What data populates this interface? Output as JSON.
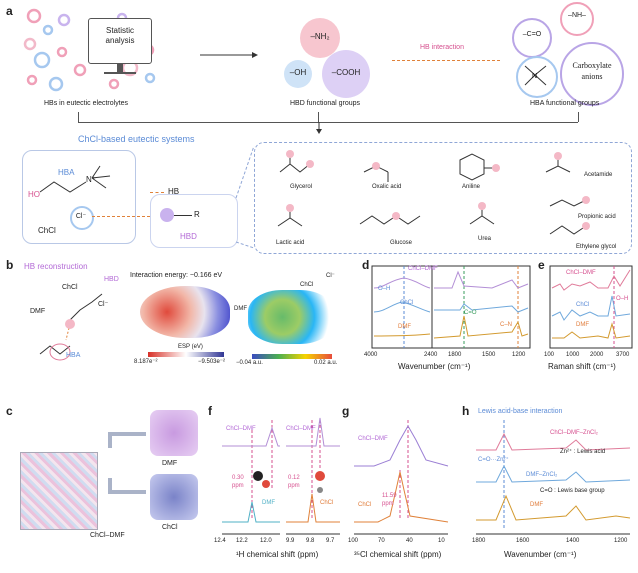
{
  "panel_a": {
    "label": "a",
    "statistic_analysis": "Statistic\nanalysis",
    "hbs_caption": "HBs in eutectic electrolytes",
    "hbd_caption": "HBD functional groups",
    "hba_caption": "HBA functional groups",
    "hb_interaction": "HB interaction",
    "nh2": "–NH₂",
    "oh": "–OH",
    "cooh": "–COOH",
    "co": "–C=O",
    "nh": "–NH–",
    "carboxylate": "Carboxylate\nanions",
    "chcl_systems": "ChCl-based eutectic systems",
    "hba_tag": "HBA",
    "chcl": "ChCl",
    "cl_minus": "Cl⁻",
    "hb": "HB",
    "hbd_tag": "HBD",
    "r": "R",
    "ho": "HO",
    "nplus": "N⁺",
    "molecules": [
      "Glycerol",
      "Oxalic acid",
      "Aniline",
      "Acetamide",
      "Lactic acid",
      "Glucose",
      "Urea",
      "Propionic acid",
      "Ethylene glycol"
    ]
  },
  "panel_b": {
    "label": "b",
    "title": "HB reconstruction",
    "hbd": "HBD",
    "hba": "HBA",
    "chcl": "ChCl",
    "dmf": "DMF",
    "cl": "Cl⁻",
    "interaction_energy": "Interaction energy: −0.166 eV",
    "esp_label": "ESP (eV)",
    "esp_min": "8.187e⁻²",
    "esp_max": "−9.503e⁻²",
    "igm_min": "−0.04 a.u.",
    "igm_max": "0.02 a.u.",
    "dmf2": "DMF",
    "chcl2": "ChCl",
    "cl2": "Cl⁻"
  },
  "panel_c": {
    "label": "c",
    "dmf": "DMF",
    "chcl": "ChCl",
    "chcl_dmf": "ChCl–DMF"
  },
  "panel_d": {
    "label": "d",
    "xlabel": "Wavenumber (cm⁻¹)",
    "ticks": [
      "4000",
      "2400",
      "1800",
      "1500",
      "1200"
    ],
    "series": [
      "ChCl–DMF",
      "ChCl",
      "DMF"
    ],
    "oh": "O–H",
    "co": "C=O",
    "cn": "C–N"
  },
  "panel_e": {
    "label": "e",
    "xlabel": "Raman shift (cm⁻¹)",
    "ticks": [
      "100",
      "1000",
      "2000",
      "3700"
    ],
    "series": [
      "ChCl–DMF",
      "ChCl",
      "DMF"
    ],
    "oh": "O–H"
  },
  "panel_f": {
    "label": "f",
    "xlabel": "¹H chemical shift (ppm)",
    "ticks": [
      "12.4",
      "12.2",
      "12.0",
      "9.9",
      "9.8",
      "9.7"
    ],
    "series_left": [
      "ChCl–DMF",
      "DMF"
    ],
    "series_right": [
      "ChCl–DMF",
      "ChCl"
    ],
    "shift_left": "0.30\nppm",
    "shift_right": "0.12\nppm"
  },
  "panel_g": {
    "label": "g",
    "xlabel": "³⁵Cl chemical shift (ppm)",
    "ticks": [
      "100",
      "70",
      "40",
      "10"
    ],
    "series": [
      "ChCl–DMF",
      "ChCl"
    ],
    "shift": "11.59\nppm"
  },
  "panel_h": {
    "label": "h",
    "title": "Lewis acid-base interaction",
    "xlabel": "Wavenumber (cm⁻¹)",
    "ticks": [
      "1800",
      "1600",
      "1400",
      "1200"
    ],
    "series": [
      "ChCl–DMF–ZnCl₂",
      "DMF–ZnCl₂",
      "DMF"
    ],
    "zn_label": "Zn²⁺ :  Lewis acid",
    "co_label": "C=O :  Lewis base group",
    "co_zn": "C=O···Zn²⁺"
  },
  "colors": {
    "purple": "#9b7fd4",
    "blue": "#6fa8dc",
    "orange": "#d39a2f",
    "pink": "#e07b9a",
    "green": "#3a9d5d"
  }
}
